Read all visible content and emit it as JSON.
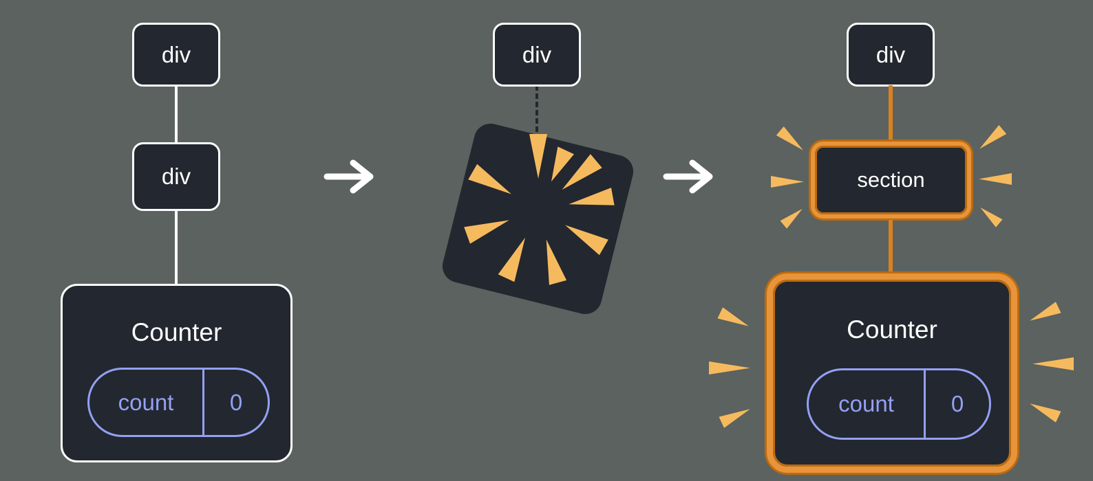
{
  "diagram": {
    "before_tree": {
      "root_label": "div",
      "child_label": "div",
      "component_title": "Counter",
      "state_key": "count",
      "state_value": "0"
    },
    "transition": {
      "root_label": "div"
    },
    "after_tree": {
      "root_label": "div",
      "child_label": "section",
      "component_title": "Counter",
      "state_key": "count",
      "state_value": "0"
    }
  },
  "colors": {
    "background": "#5B625F",
    "node_fill": "#23272F",
    "node_border": "#FFFFFF",
    "text_white": "#FFFFFF",
    "edge_white": "#FFFFFF",
    "edge_orange": "#D9811F",
    "highlight_orange": "#E8943A",
    "highlight_dark": "#BC6B10",
    "spark": "#F6BA5E",
    "state_purple": "#93A1F4"
  }
}
